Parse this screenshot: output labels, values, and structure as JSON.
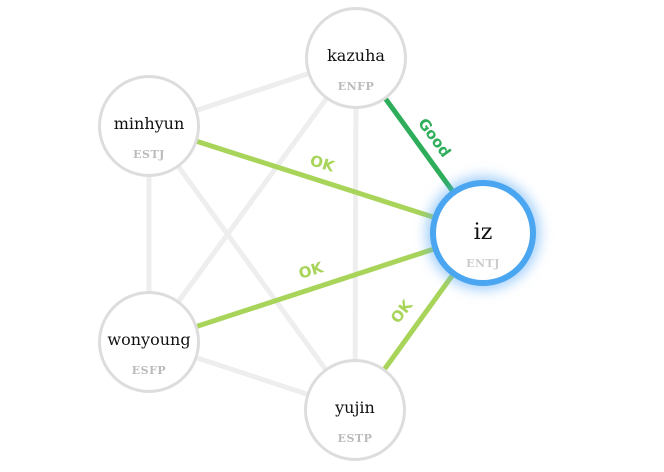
{
  "diagram": {
    "nodes": [
      {
        "id": "kazuha",
        "name": "kazuha",
        "type": "ENFP"
      },
      {
        "id": "minhyun",
        "name": "minhyun",
        "type": "ESTJ"
      },
      {
        "id": "iz",
        "name": "iz",
        "type": "ENTJ",
        "selected": true
      },
      {
        "id": "wonyoung",
        "name": "wonyoung",
        "type": "ESFP"
      },
      {
        "id": "yujin",
        "name": "yujin",
        "type": "ESTP"
      }
    ],
    "edges": [
      {
        "from": "kazuha",
        "to": "iz",
        "label": "Good",
        "color": "#2eae5a"
      },
      {
        "from": "minhyun",
        "to": "iz",
        "label": "OK",
        "color": "#a8d45a"
      },
      {
        "from": "wonyoung",
        "to": "iz",
        "label": "OK",
        "color": "#a8d45a"
      },
      {
        "from": "yujin",
        "to": "iz",
        "label": "OK",
        "color": "#a8d45a"
      }
    ],
    "background_links": [
      {
        "from": "minhyun",
        "to": "kazuha"
      },
      {
        "from": "minhyun",
        "to": "wonyoung"
      },
      {
        "from": "minhyun",
        "to": "yujin"
      },
      {
        "from": "kazuha",
        "to": "wonyoung"
      },
      {
        "from": "kazuha",
        "to": "yujin"
      },
      {
        "from": "wonyoung",
        "to": "yujin"
      }
    ],
    "colors": {
      "background_link": "#eeeeee",
      "node_border": "#dddddd",
      "selected_border": "#4aa6f0",
      "good": "#2eae5a",
      "ok": "#a8d45a"
    }
  }
}
